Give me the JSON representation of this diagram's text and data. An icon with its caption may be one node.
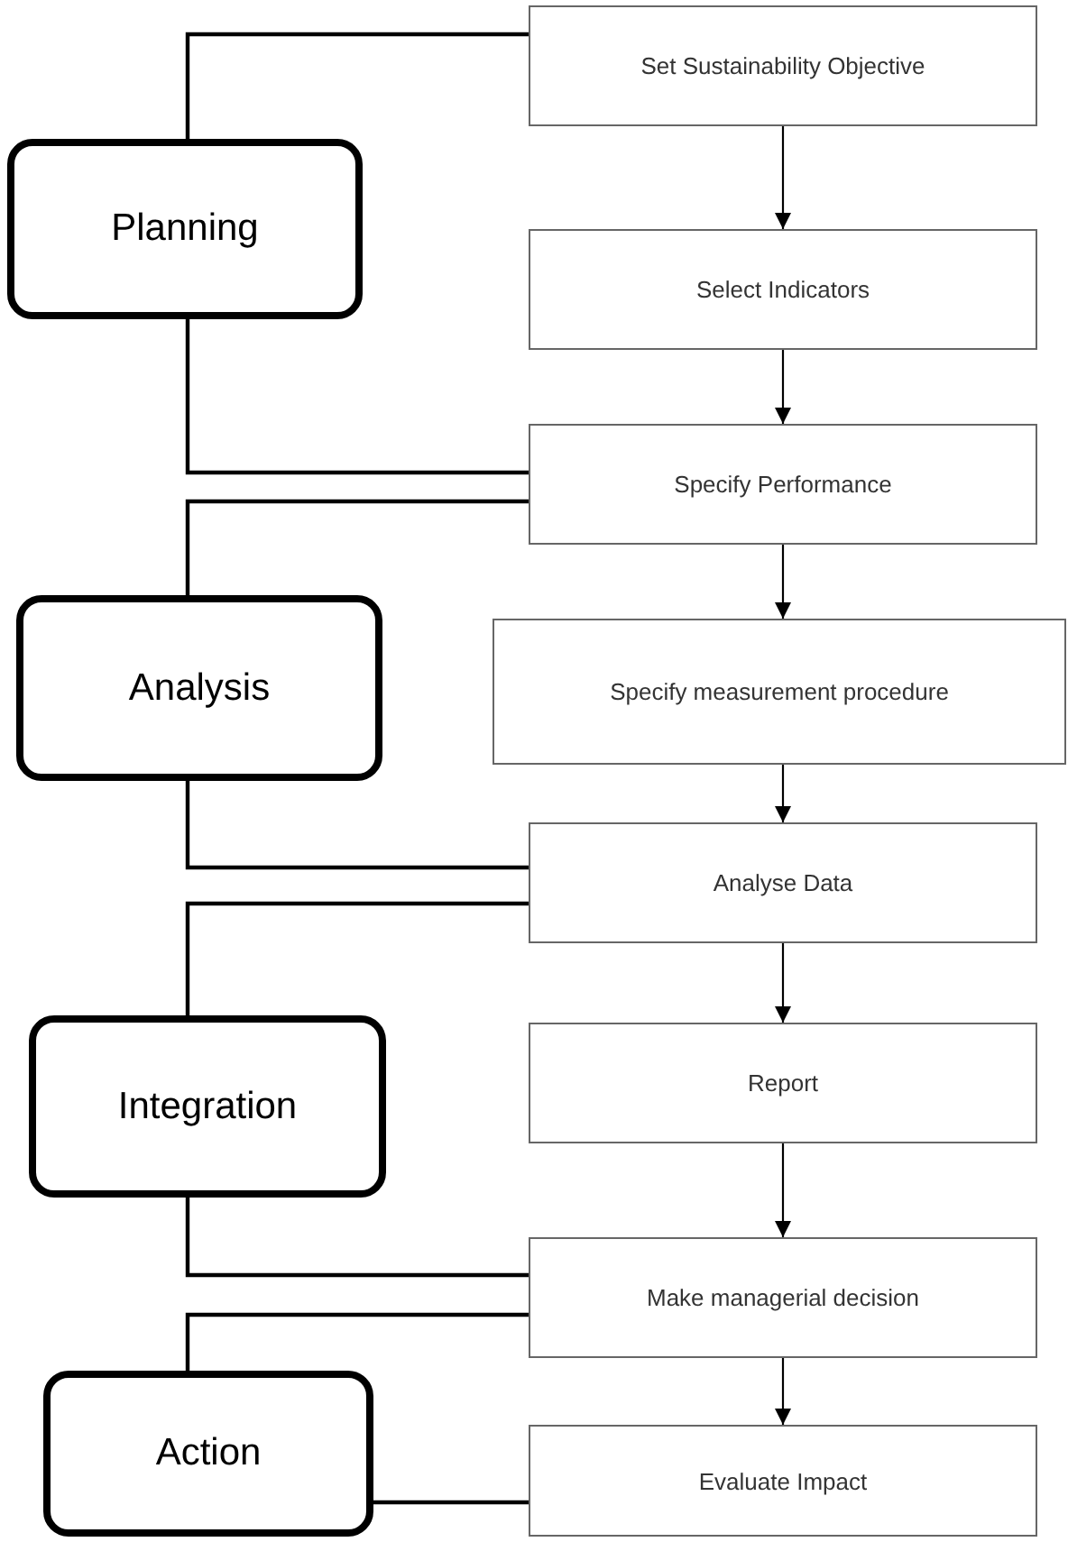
{
  "diagram": {
    "nodes": [
      {
        "text": [
          "Set Sustainability Objective"
        ]
      },
      {
        "text": [
          "Planning"
        ]
      },
      {
        "text": [
          "Select Indicators"
        ]
      },
      {
        "text": [
          "Specify Performance"
        ]
      },
      {
        "text": [
          "Analysis"
        ]
      },
      {
        "text": [
          "Specify measurement procedure"
        ]
      },
      {
        "text": [
          "Analyse Data"
        ]
      },
      {
        "text": [
          "Integration"
        ]
      },
      {
        "text": [
          "Report"
        ]
      },
      {
        "text": [
          "Make managerial decision"
        ]
      },
      {
        "text": [
          "Action"
        ]
      },
      {
        "text": [
          "Evaluate Impact"
        ]
      }
    ],
    "edges": [
      {
        "from": 0,
        "to": 2,
        "arrow": "to"
      },
      {
        "from": 2,
        "to": 3,
        "arrow": "to"
      },
      {
        "from": 3,
        "to": 5,
        "arrow": "to"
      },
      {
        "from": 5,
        "to": 6,
        "arrow": "to"
      },
      {
        "from": 6,
        "to": 8,
        "arrow": "to"
      },
      {
        "from": 8,
        "to": 9,
        "arrow": "to"
      },
      {
        "from": 9,
        "to": 11,
        "arrow": "to"
      },
      {
        "from": 1,
        "to": 0,
        "arrow": "none"
      },
      {
        "from": 1,
        "to": 3,
        "arrow": "none"
      },
      {
        "from": 4,
        "to": 3,
        "arrow": "none"
      },
      {
        "from": 4,
        "to": 6,
        "arrow": "none"
      },
      {
        "from": 7,
        "to": 6,
        "arrow": "none"
      },
      {
        "from": 7,
        "to": 9,
        "arrow": "none"
      },
      {
        "from": 10,
        "to": 9,
        "arrow": "none"
      },
      {
        "from": 10,
        "to": 11,
        "arrow": "none"
      }
    ]
  }
}
